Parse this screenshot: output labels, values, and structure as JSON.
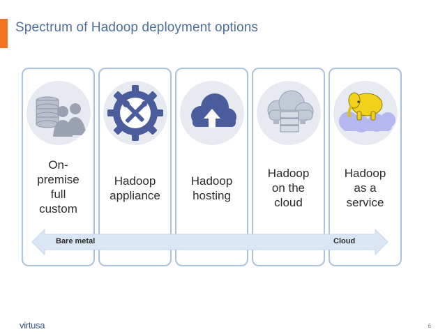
{
  "slide": {
    "title": "Spectrum of Hadoop deployment options",
    "page_number": "6",
    "logo_text": "virtusa"
  },
  "cards": [
    {
      "label": "On-\npremise\nfull\ncustom",
      "icon": "servers-people-icon"
    },
    {
      "label": "Hadoop\nappliance",
      "icon": "gear-tools-icon"
    },
    {
      "label": "Hadoop\nhosting",
      "icon": "cloud-upload-icon"
    },
    {
      "label": "Hadoop\non the\ncloud",
      "icon": "cloud-server-icon"
    },
    {
      "label": "Hadoop\nas a\nservice",
      "icon": "hadoop-elephant-cloud-icon"
    }
  ],
  "spectrum": {
    "left_label": "Bare metal",
    "right_label": "Cloud"
  },
  "colors": {
    "accent": "#f47321",
    "title": "#4d6e9b",
    "card_border": "#a9c3de",
    "arrow_fill": "#dbe6f4",
    "icon_blue": "#4a5c9c"
  }
}
